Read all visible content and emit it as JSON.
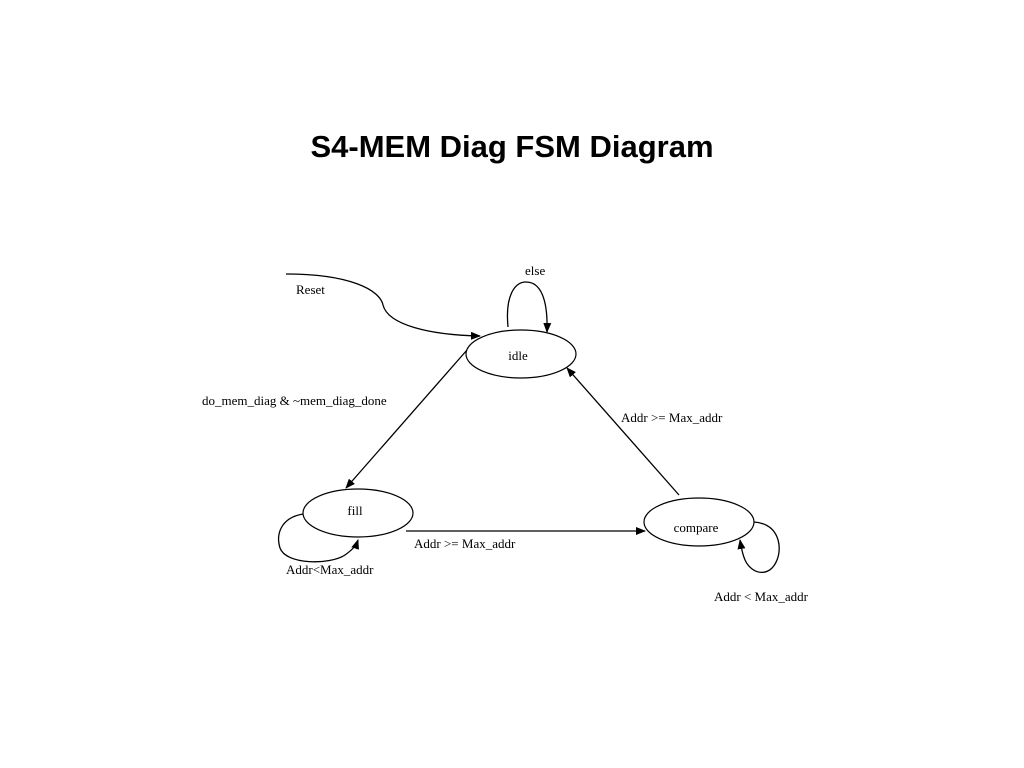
{
  "title": "S4-MEM Diag FSM Diagram",
  "states": {
    "idle": "idle",
    "fill": "fill",
    "compare": "compare"
  },
  "transitions": {
    "reset": "Reset",
    "idle_self": "else",
    "idle_to_fill": "do_mem_diag & ~mem_diag_done",
    "fill_self": "Addr<Max_addr",
    "fill_to_compare": "Addr >= Max_addr",
    "compare_to_idle": "Addr >= Max_addr",
    "compare_self": "Addr < Max_addr"
  },
  "colors": {
    "line": "#000000",
    "background": "#ffffff"
  }
}
